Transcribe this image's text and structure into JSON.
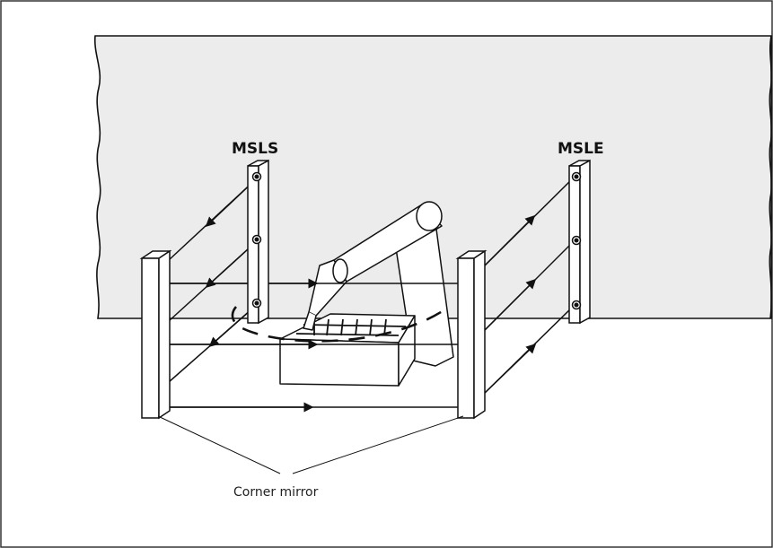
{
  "labels": {
    "emitter": "MSLE",
    "receiver": "MSLS",
    "mirror": "Corner mirror"
  },
  "colors": {
    "wall": "#ececec",
    "stroke": "#111111",
    "frame": "#333333",
    "background": "#ffffff"
  }
}
